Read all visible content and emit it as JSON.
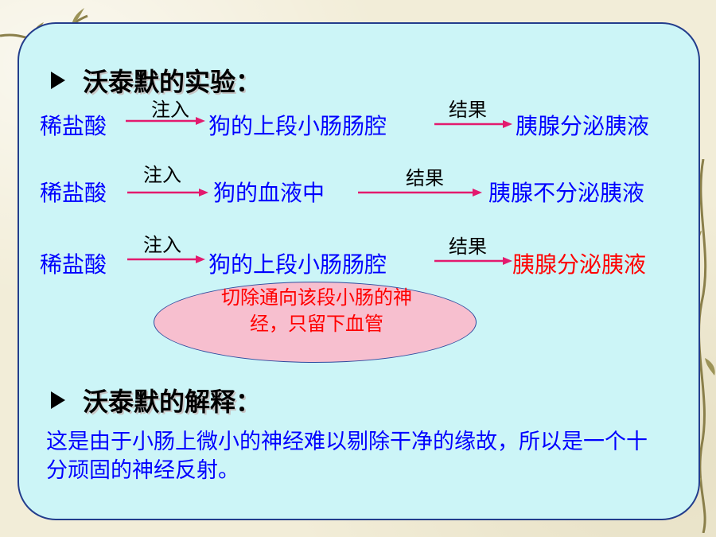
{
  "slide": {
    "colors": {
      "accent_red": "#ff0000",
      "term_blue": "#0000ff",
      "panel_bg": "#ccf5f7",
      "ellipse_bg": "#f7bfcf"
    },
    "heading1": "沃泰默的实验：",
    "rows": [
      {
        "left": "稀盐酸",
        "label1": "注入",
        "middle": "狗的上段小肠肠腔",
        "label2": "结果",
        "result": "胰腺分泌胰液"
      },
      {
        "left": "稀盐酸",
        "label1": "注入",
        "middle": "狗的血液中",
        "label2": "结果",
        "result": "胰腺不分泌胰液"
      },
      {
        "left": "稀盐酸",
        "label1": "注入",
        "middle": "狗的上段小肠肠腔",
        "label2": "结果",
        "result": "胰腺分泌胰液"
      }
    ],
    "ellipse_note": "切除通向该段小肠的神经，只留下血管",
    "heading2": "沃泰默的解释：",
    "explanation": "这是由于小肠上微小的神经难以剔除干净的缘故，所以是一个十分顽固的神经反射。",
    "icons": {
      "bullet": "triangle-bullet-icon",
      "arrow": "right-arrow-icon"
    }
  }
}
